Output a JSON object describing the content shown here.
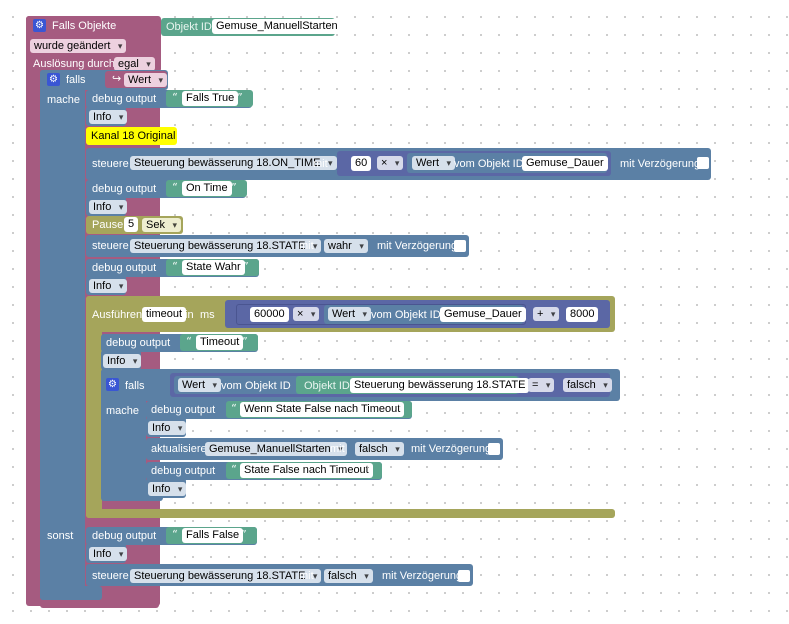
{
  "trigger": {
    "title": "Falls Objekte",
    "object_label": "Objekt ID",
    "object_id": "Gemuse_ManuellStarten",
    "event": "wurde geändert",
    "trigger_label": "Auslösung durch",
    "trigger_value": "egal"
  },
  "outer_if": {
    "if_label": "falls",
    "do_label": "mache",
    "else_label": "sonst",
    "condition_icon": "↪",
    "condition_value": "Wert"
  },
  "common": {
    "debug_label": "debug output",
    "level": "Info",
    "control_label": "steuere",
    "with_label": "mit",
    "delay_label": "mit Verzögerung",
    "value_label": "Wert",
    "from_object_label": "vom Objekt ID",
    "object_id_label": "Objekt ID",
    "quote_open": "“",
    "quote_close": "”"
  },
  "blocks": {
    "debug1": "Falls True",
    "comment": "Kanal 18 Original",
    "control1": {
      "target": "Steuerung bewässerung 18.ON_TIME",
      "number": "60",
      "op": "×",
      "object": "Gemuse_Dauer"
    },
    "debug2": "On Time",
    "pause": {
      "label": "Pause",
      "value": "5",
      "unit": "Sek"
    },
    "control2": {
      "target": "Steuerung bewässerung 18.STATE",
      "value": "wahr"
    },
    "debug3": "State Wahr",
    "timeout": {
      "exec_label": "Ausführen",
      "name": "timeout",
      "in_label": "in",
      "ms_label": "ms",
      "number": "60000",
      "op1": "×",
      "object": "Gemuse_Dauer",
      "op2": "+",
      "number2": "8000"
    },
    "debug4": "Timeout",
    "inner_if": {
      "object": "Steuerung bewässerung 18.STATE",
      "compare": "=",
      "value": "falsch"
    },
    "debug5": "Wenn State False nach Timeout",
    "update": {
      "label": "aktualisiere",
      "target": "Gemuse_ManuellStarten",
      "value": "falsch"
    },
    "debug6": "State False nach Timeout",
    "debug7": "Falls False",
    "control3": {
      "target": "Steuerung bewässerung 18.STATE",
      "value": "falsch"
    }
  },
  "icons": [
    "gear-icon",
    "return-arrow-icon",
    "dropdown-arrow-icon",
    "checkbox-icon"
  ],
  "colors": {
    "event": "#a55b80",
    "action": "#5b80a5",
    "timer": "#a5a55b",
    "text": "#5ba58c",
    "math": "#5b67a5",
    "comment": "#ffff00"
  }
}
